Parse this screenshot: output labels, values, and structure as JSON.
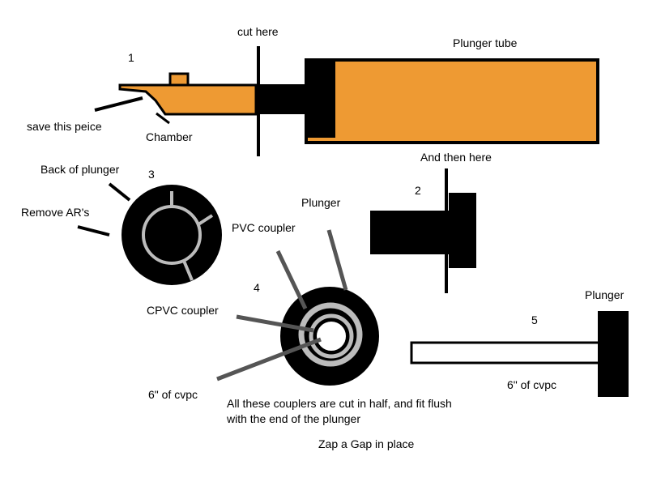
{
  "colors": {
    "orange": "#ee9a33",
    "black": "#000000",
    "gray": "#bcbcbc",
    "pointer": "#555555",
    "white": "#ffffff"
  },
  "steps": {
    "s1": "1",
    "s2": "2",
    "s3": "3",
    "s4": "4",
    "s5": "5"
  },
  "labels": {
    "cut_here": "cut here",
    "plunger_tube": "Plunger tube",
    "save_piece": "save this peice",
    "chamber": "Chamber",
    "and_then_here": "And then here",
    "back_of_plunger": "Back of plunger",
    "remove_ars": "Remove AR's",
    "plunger_2": "Plunger",
    "pvc_coupler": "PVC coupler",
    "cpvc_coupler": "CPVC coupler",
    "cvpc_4": "6\" of cvpc",
    "plunger_5": "Plunger",
    "cvpc_5": "6\" of cvpc",
    "note_line1": "All these couplers are cut in half, and fit flush",
    "note_line2": "with the end of the plunger",
    "note_line3": "Zap a Gap in place"
  }
}
